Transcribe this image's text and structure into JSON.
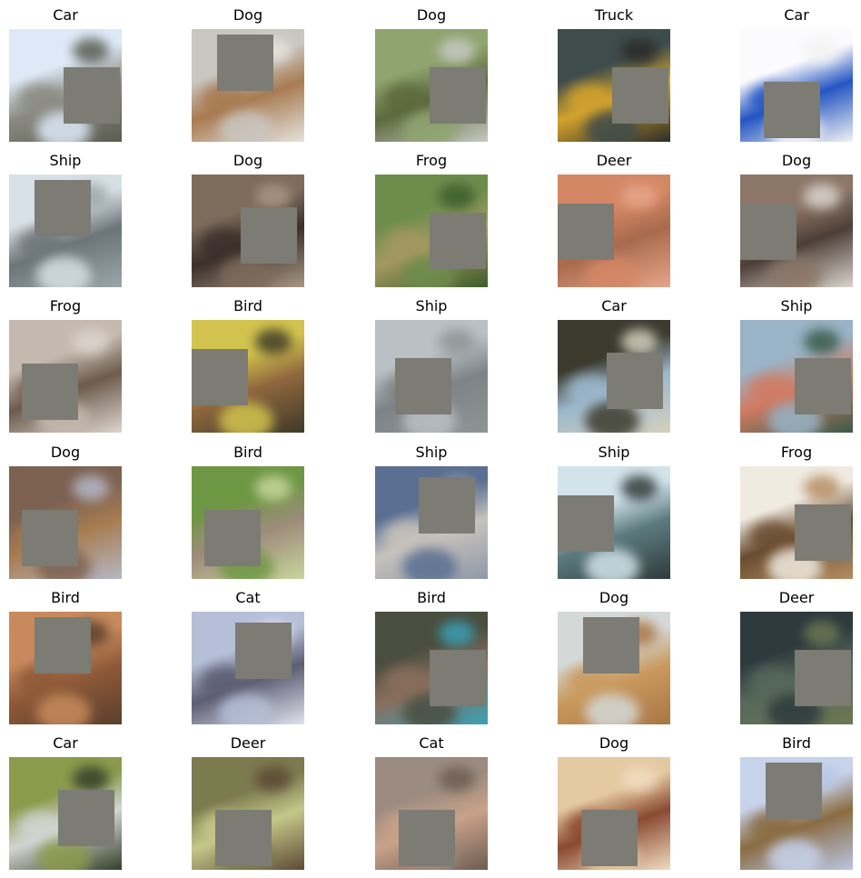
{
  "grid": {
    "rows": 6,
    "cols": 5,
    "patch_color": "#7c7b74",
    "cells": [
      {
        "label": "Car",
        "bg": [
          "#dde9f7",
          "#8a8a80",
          "#5a5c50"
        ],
        "patch": "bottom-right"
      },
      {
        "label": "Dog",
        "bg": [
          "#c9c6c0",
          "#a87b52",
          "#e5e2dc"
        ],
        "patch": "top-center"
      },
      {
        "label": "Dog",
        "bg": [
          "#8fa46f",
          "#5c6a3c",
          "#c7c9c2"
        ],
        "patch": "bottom-right"
      },
      {
        "label": "Truck",
        "bg": [
          "#3e4c4c",
          "#d3a32c",
          "#2c2c29"
        ],
        "patch": "bottom-right"
      },
      {
        "label": "Car",
        "bg": [
          "#fbfbfd",
          "#2455c2",
          "#f2f2f2"
        ],
        "patch": "bottom-center"
      },
      {
        "label": "Ship",
        "bg": [
          "#d7e0e6",
          "#6c7578",
          "#9aa6ab"
        ],
        "patch": "top-center"
      },
      {
        "label": "Dog",
        "bg": [
          "#7d6b5b",
          "#3b302b",
          "#a89683"
        ],
        "patch": "middle-right"
      },
      {
        "label": "Frog",
        "bg": [
          "#6e8d4d",
          "#a39860",
          "#3d5d2c"
        ],
        "patch": "bottom-right"
      },
      {
        "label": "Deer",
        "bg": [
          "#d48765",
          "#a86a4d",
          "#e6a58a"
        ],
        "patch": "middle-left"
      },
      {
        "label": "Dog",
        "bg": [
          "#8c7668",
          "#4d3f38",
          "#d9d4cd"
        ],
        "patch": "middle-left"
      },
      {
        "label": "Frog",
        "bg": [
          "#c4b9ae",
          "#6d5b4d",
          "#dcd5cf"
        ],
        "patch": "bottom-left"
      },
      {
        "label": "Bird",
        "bg": [
          "#d2c34e",
          "#8f673e",
          "#3f3a28"
        ],
        "patch": "middle-left"
      },
      {
        "label": "Ship",
        "bg": [
          "#b9c1c4",
          "#7d8487",
          "#8d9596"
        ],
        "patch": "middle-center"
      },
      {
        "label": "Car",
        "bg": [
          "#3c3b2e",
          "#9cb8cc",
          "#d5d0bf"
        ],
        "patch": "middle-right"
      },
      {
        "label": "Ship",
        "bg": [
          "#9ab3c6",
          "#d07b63",
          "#3b5b49"
        ],
        "patch": "bottom-right"
      },
      {
        "label": "Dog",
        "bg": [
          "#7d6252",
          "#a87c4f",
          "#b5b8c6"
        ],
        "patch": "bottom-left"
      },
      {
        "label": "Bird",
        "bg": [
          "#6e9743",
          "#9e8b7b",
          "#c8d59c"
        ],
        "patch": "bottom-left"
      },
      {
        "label": "Ship",
        "bg": [
          "#5a6f91",
          "#c7c2bc",
          "#8f99a8"
        ],
        "patch": "top-right"
      },
      {
        "label": "Ship",
        "bg": [
          "#d3e3ea",
          "#5c7b7f",
          "#2f3b3c"
        ],
        "patch": "middle-left"
      },
      {
        "label": "Frog",
        "bg": [
          "#f0ebe1",
          "#6a4c30",
          "#b38d61"
        ],
        "patch": "bottom-right"
      },
      {
        "label": "Bird",
        "bg": [
          "#c88a5c",
          "#8f5a39",
          "#5a3f2c"
        ],
        "patch": "top-center"
      },
      {
        "label": "Cat",
        "bg": [
          "#b5bfd8",
          "#5d5d73",
          "#e0e3ee"
        ],
        "patch": "top-right"
      },
      {
        "label": "Bird",
        "bg": [
          "#4a4e40",
          "#8a6e5c",
          "#3aa0b5"
        ],
        "patch": "bottom-right"
      },
      {
        "label": "Dog",
        "bg": [
          "#d4d9d8",
          "#c99a5f",
          "#a97644"
        ],
        "patch": "top-center"
      },
      {
        "label": "Deer",
        "bg": [
          "#2d3a3e",
          "#57685c",
          "#6b7952"
        ],
        "patch": "bottom-right"
      },
      {
        "label": "Car",
        "bg": [
          "#8c9a4c",
          "#d1d5d2",
          "#34402a"
        ],
        "patch": "middle-right"
      },
      {
        "label": "Deer",
        "bg": [
          "#7c7a4f",
          "#c5c78a",
          "#5e4a36"
        ],
        "patch": "bottom-center"
      },
      {
        "label": "Cat",
        "bg": [
          "#9c8b80",
          "#c9a18a",
          "#6d5d52"
        ],
        "patch": "bottom-center"
      },
      {
        "label": "Dog",
        "bg": [
          "#e4c9a0",
          "#8a4a32",
          "#f0dcc0"
        ],
        "patch": "bottom-center"
      },
      {
        "label": "Bird",
        "bg": [
          "#c7d2eb",
          "#8a6c42",
          "#b9c6e2"
        ],
        "patch": "top-center"
      }
    ]
  }
}
